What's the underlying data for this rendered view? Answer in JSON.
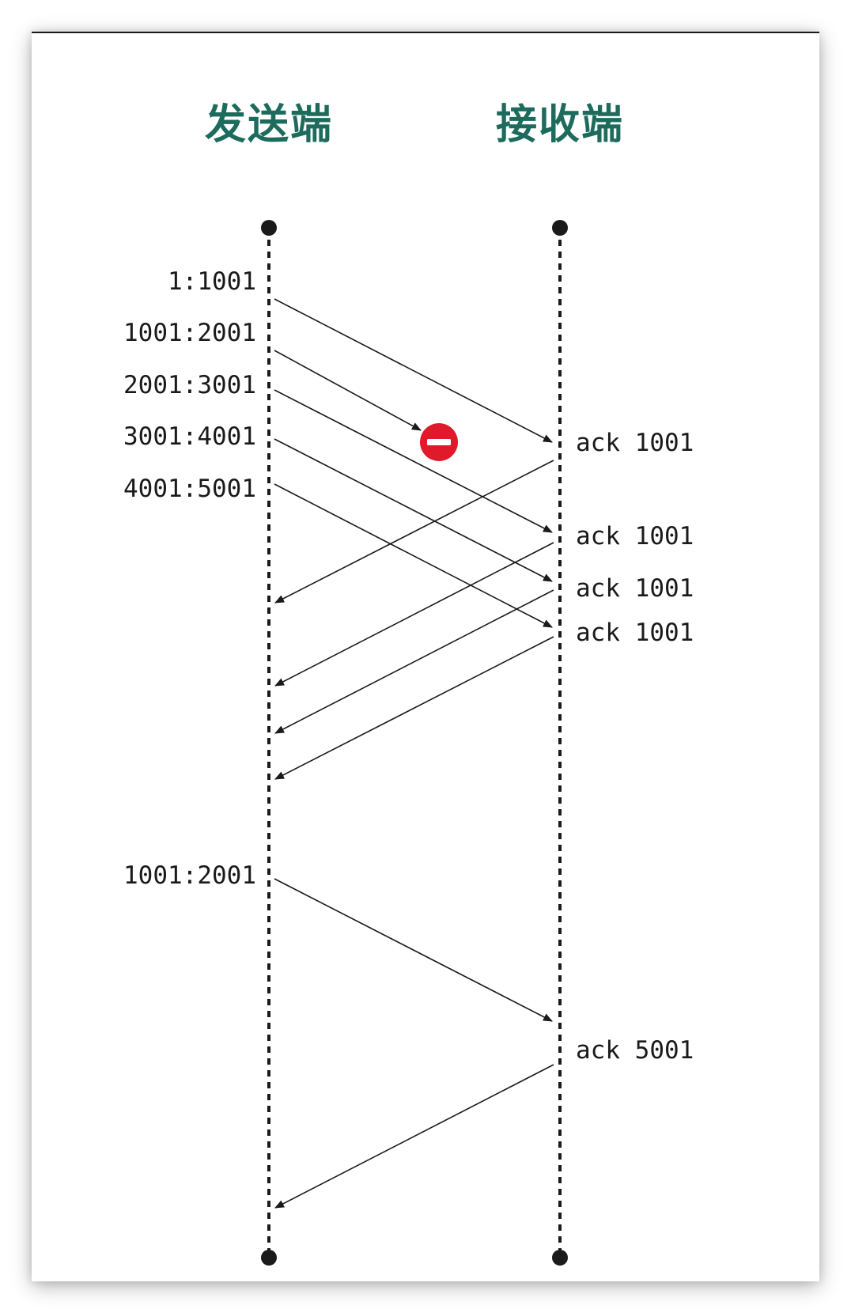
{
  "titles": {
    "sender": "发送端",
    "receiver": "接收端"
  },
  "sender_segments": [
    {
      "label": "1:1001"
    },
    {
      "label": "1001:2001"
    },
    {
      "label": "2001:3001"
    },
    {
      "label": "3001:4001"
    },
    {
      "label": "4001:5001"
    },
    {
      "label": "1001:2001"
    }
  ],
  "receiver_acks": [
    {
      "label": "ack 1001"
    },
    {
      "label": "ack 1001"
    },
    {
      "label": "ack 1001"
    },
    {
      "label": "ack 1001"
    },
    {
      "label": "ack 5001"
    }
  ],
  "colors": {
    "title": "#1d6b5c",
    "line": "#1a1a1a",
    "lost_marker": "#e0192b"
  },
  "icons": {
    "lost_packet": "no-entry-icon"
  }
}
